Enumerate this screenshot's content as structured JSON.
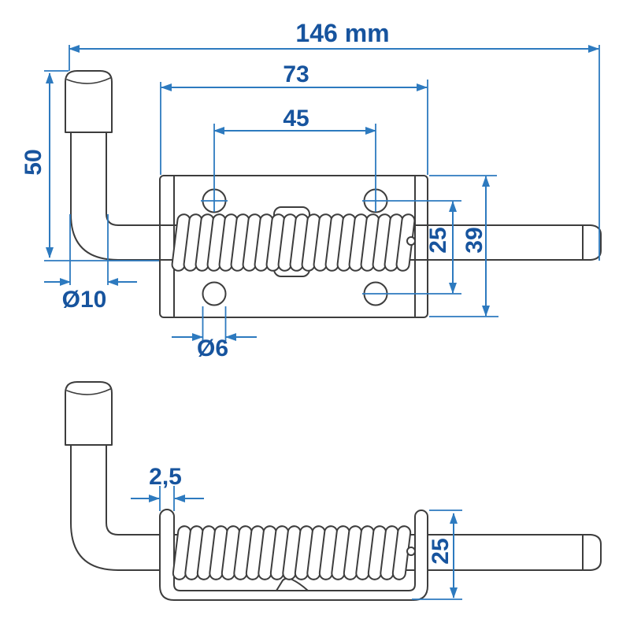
{
  "drawing": {
    "type": "technical-drawing",
    "subject": "spring-loaded bolt latch, two orthographic views",
    "colors": {
      "outline": "#3d3d3d",
      "dimension_line": "#2d7abf",
      "dimension_text": "#17549e",
      "background": "#ffffff"
    },
    "views": {
      "top": {
        "dims": {
          "overall_length": "146 mm",
          "bracket_length": "73",
          "hole_spacing_horizontal": "45",
          "handle_height": "50",
          "pin_diameter": "Ø10",
          "hole_diameter": "Ø6",
          "hole_spacing_vertical": "25",
          "bracket_width": "39"
        }
      },
      "side": {
        "dims": {
          "plate_thickness": "2,5",
          "bracket_height": "25"
        }
      }
    }
  }
}
